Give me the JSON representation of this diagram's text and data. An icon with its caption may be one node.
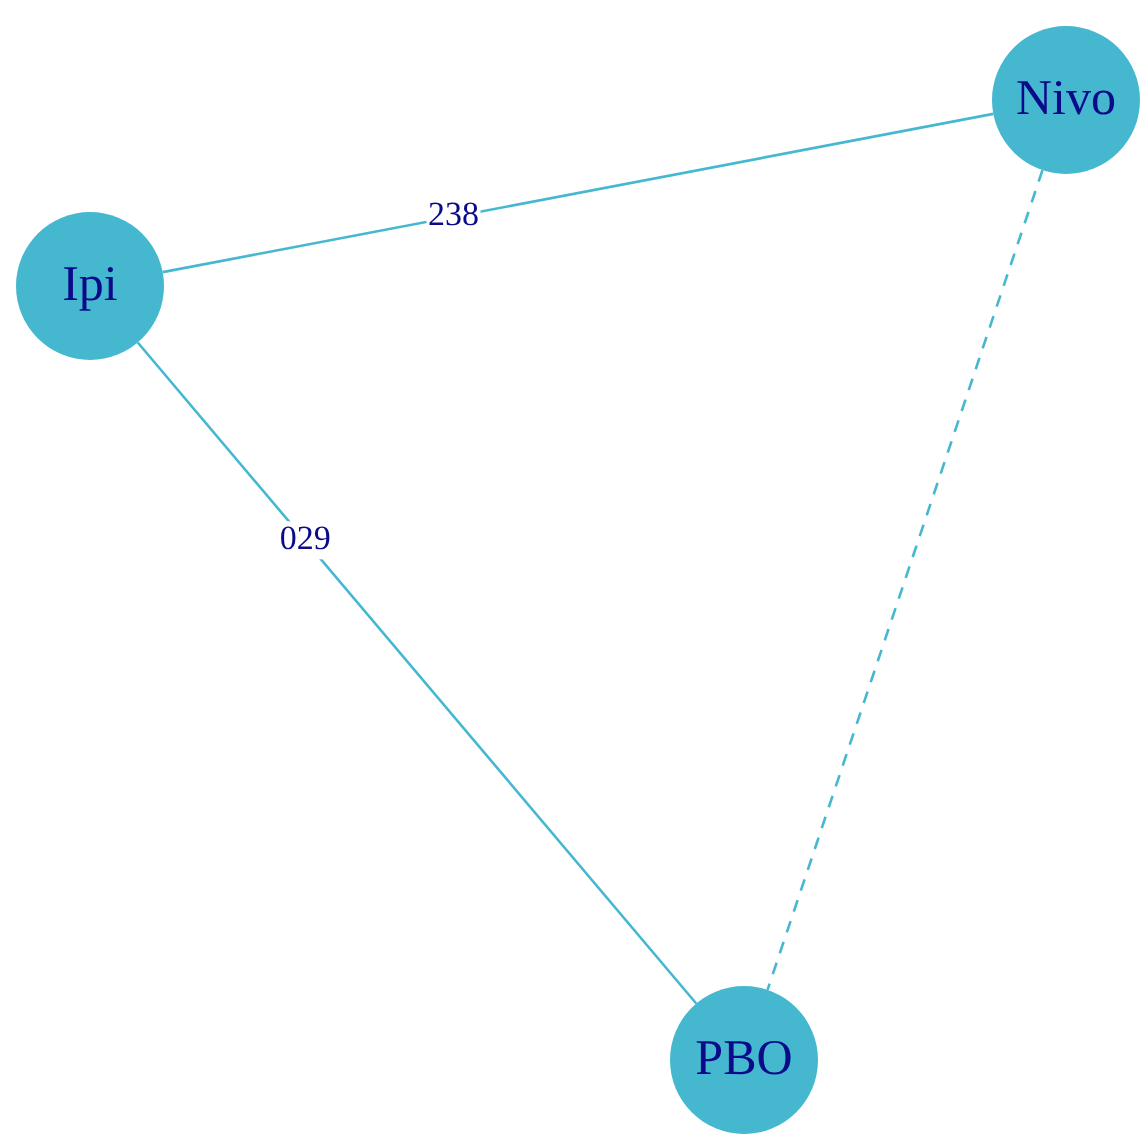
{
  "diagram": {
    "nodes": [
      {
        "text": [
          "Ipi"
        ]
      },
      {
        "text": [
          "Nivo"
        ]
      },
      {
        "text": [
          "PBO"
        ]
      }
    ],
    "edges": [
      {
        "from": 0,
        "to": 1,
        "arrow": "none",
        "label": "238"
      },
      {
        "from": 0,
        "to": 2,
        "arrow": "none",
        "label": "029"
      },
      {
        "from": 1,
        "to": 2,
        "arrow": "none",
        "style": "dashed"
      }
    ]
  }
}
